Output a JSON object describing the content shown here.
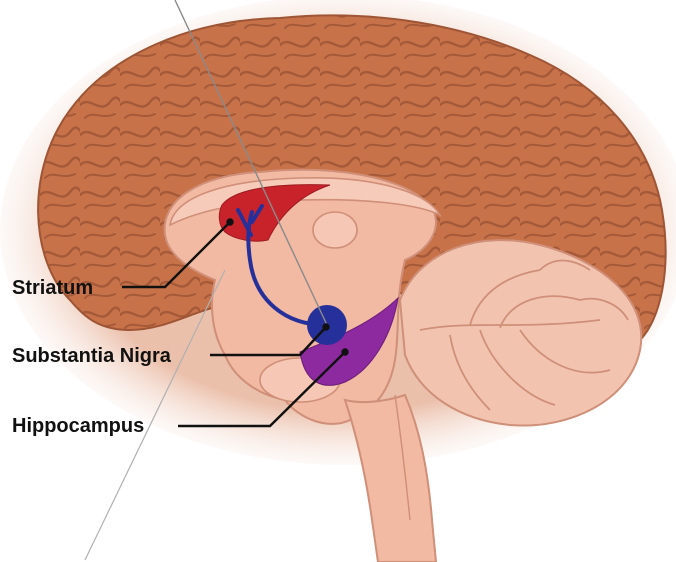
{
  "labels": {
    "striatum": "Striatum",
    "substantia_nigra": "Substantia Nigra",
    "hippocampus": "Hippocampus"
  },
  "colors": {
    "cortex": "#c8724a",
    "cortex_dark": "#9e5535",
    "inner_tissue": "#f2b9a3",
    "inner_line": "#cf8f78",
    "striatum": "#c8232b",
    "substantia_nigra": "#26309a",
    "hippocampus": "#8e2aa0",
    "leader_line": "#111111",
    "probe_line": "#8a8a8a"
  }
}
